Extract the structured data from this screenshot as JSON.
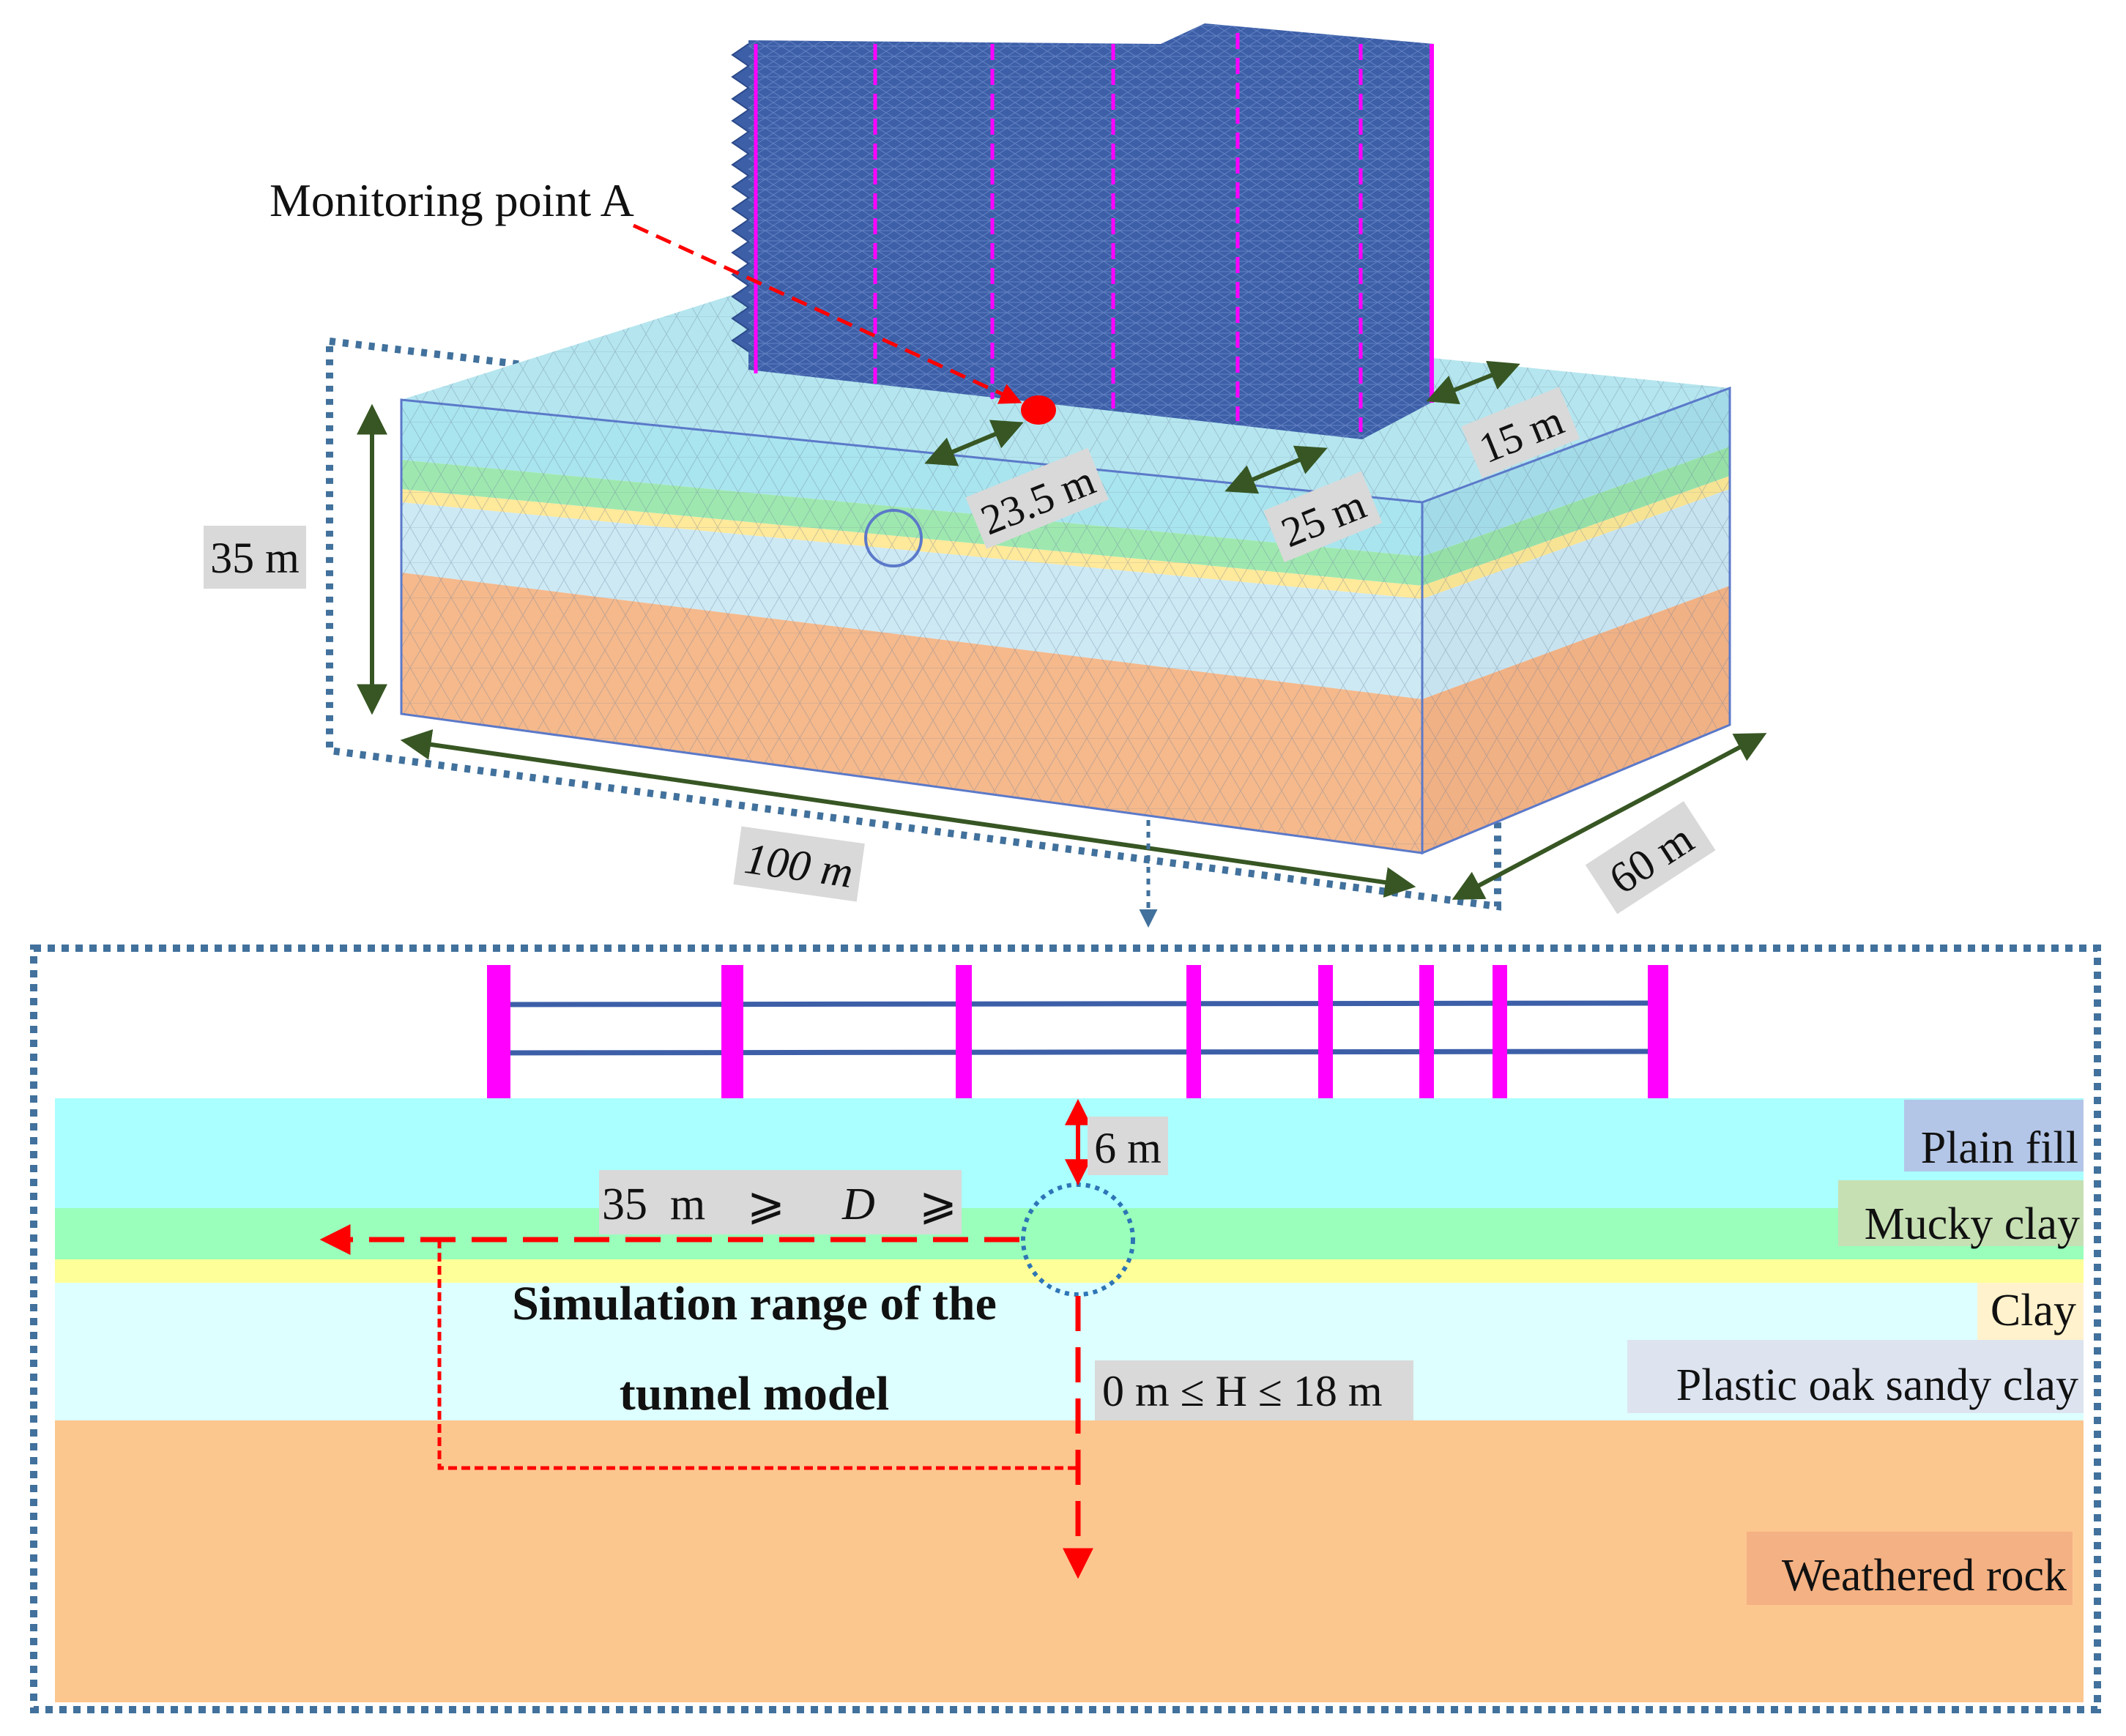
{
  "labels": {
    "monitoring_point": "Monitoring point A",
    "dim_35": "35 m",
    "dim_23_5": "23.5 m",
    "dim_25": "25 m",
    "dim_15": "15 m",
    "dim_100": "100 m",
    "dim_60": "60 m",
    "dim_6": "6 m",
    "range_d_a": "35  m",
    "range_d_b": "⩾",
    "range_d_c": "D",
    "range_d_d": "⩾",
    "range_h": "0 m ≤ H ≤ 18 m",
    "sim_line1": "Simulation range of the",
    "sim_line2": "tunnel model"
  },
  "layers": [
    {
      "name": "Plain fill",
      "color": "#aaffff",
      "badge": "#b4c6e7"
    },
    {
      "name": "Mucky clay",
      "color": "#99ffbb",
      "badge": "#c6e0b4"
    },
    {
      "name": "Clay",
      "color": "#ffff99",
      "badge": "#fff2cc"
    },
    {
      "name": "Plastic oak sandy clay",
      "color": "#ddffff",
      "badge": "#dde4f0"
    },
    {
      "name": "Weathered rock",
      "color": "#fcc68f",
      "badge": "#f4b183"
    }
  ],
  "colors": {
    "building": "#3d5fa8",
    "pile": "#ff00ff",
    "dimension_arrow": "#375623",
    "red_marker": "#ff0000",
    "dotted_frame": "#41719c"
  }
}
